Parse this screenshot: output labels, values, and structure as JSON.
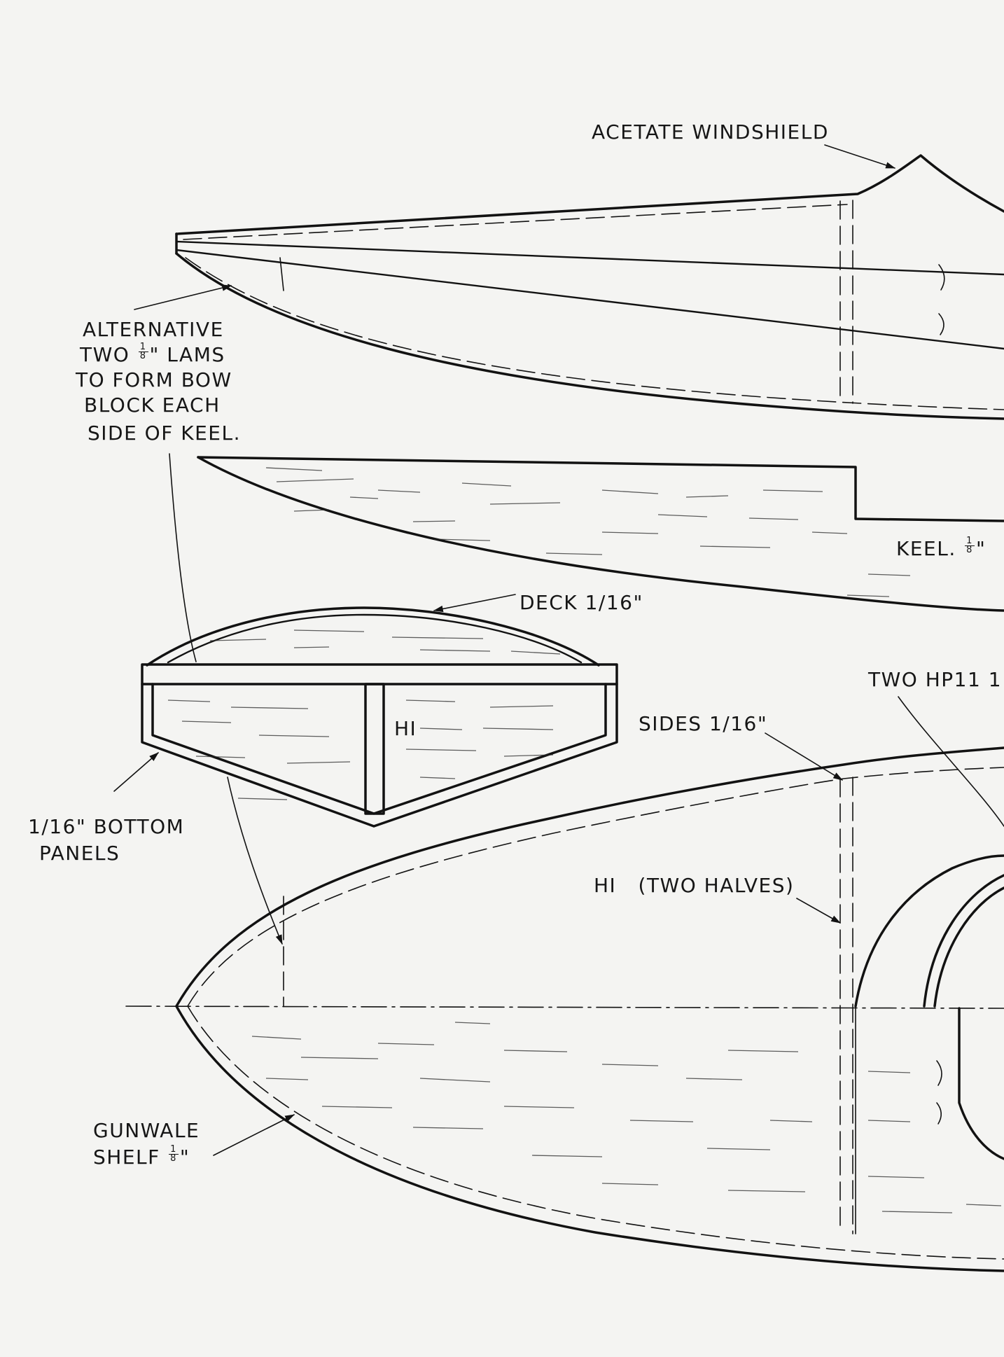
{
  "labels": {
    "windshield": "ACETATE WINDSHIELD",
    "alt_line1": "ALTERNATIVE",
    "alt_line2_a": "TWO",
    "alt_line2_frac_num": "1",
    "alt_line2_frac_den": "8",
    "alt_line2_b": "\" LAMS",
    "alt_line3": "TO FORM BOW",
    "alt_line4": "BLOCK EACH",
    "alt_line5": "SIDE OF KEEL.",
    "keel": "KEEL.",
    "keel_frac_num": "1",
    "keel_frac_den": "8",
    "keel_suffix": "\"",
    "deck": "DECK 1/16\"",
    "two_hp": "TWO HP11 1",
    "sides": "SIDES 1/16\"",
    "h1": "HI",
    "bottom_line1": "1/16\" BOTTOM",
    "bottom_line2": "PANELS",
    "h1_halves": "HI   (TWO HALVES)",
    "gunwale_line1": "GUNWALE",
    "gunwale_line2": "SHELF",
    "gunwale_frac_num": "1",
    "gunwale_frac_den": "8",
    "gunwale_suffix": "\""
  },
  "colors": {
    "ink": "#121212",
    "paper": "#f4f4f2"
  }
}
